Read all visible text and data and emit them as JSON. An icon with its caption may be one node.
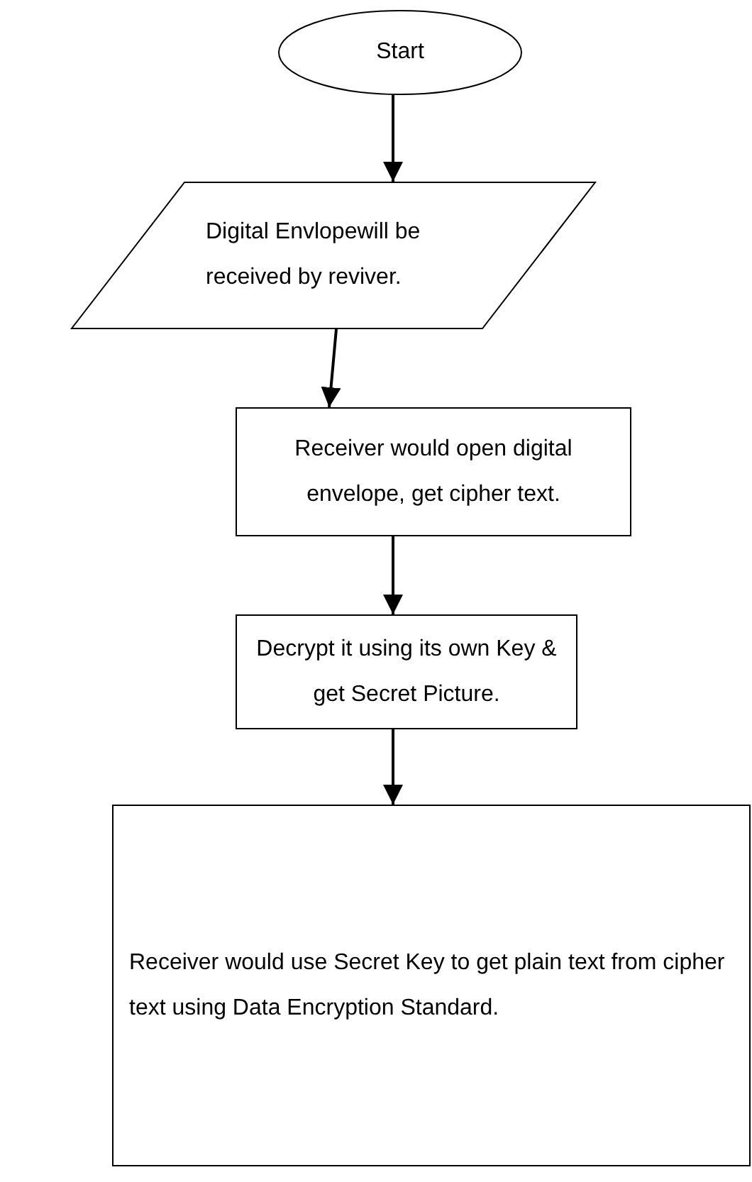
{
  "diagram": {
    "nodes": [
      {
        "text": [
          "Start"
        ]
      },
      {
        "text": [
          "Digital Envlopewill be received by reviver."
        ]
      },
      {
        "text": [
          "Receiver would open digital envelope, get cipher text."
        ]
      },
      {
        "text": [
          "Decrypt it using its own Key & get Secret Picture."
        ]
      },
      {
        "text": [
          "Receiver would use Secret Key to get plain text from cipher text using Data Encryption Standard."
        ]
      }
    ],
    "edges": [
      {
        "from": 0,
        "to": 1,
        "arrow": "to"
      },
      {
        "from": 1,
        "to": 2,
        "arrow": "to"
      },
      {
        "from": 2,
        "to": 3,
        "arrow": "to"
      },
      {
        "from": 3,
        "to": 4,
        "arrow": "to"
      }
    ]
  }
}
